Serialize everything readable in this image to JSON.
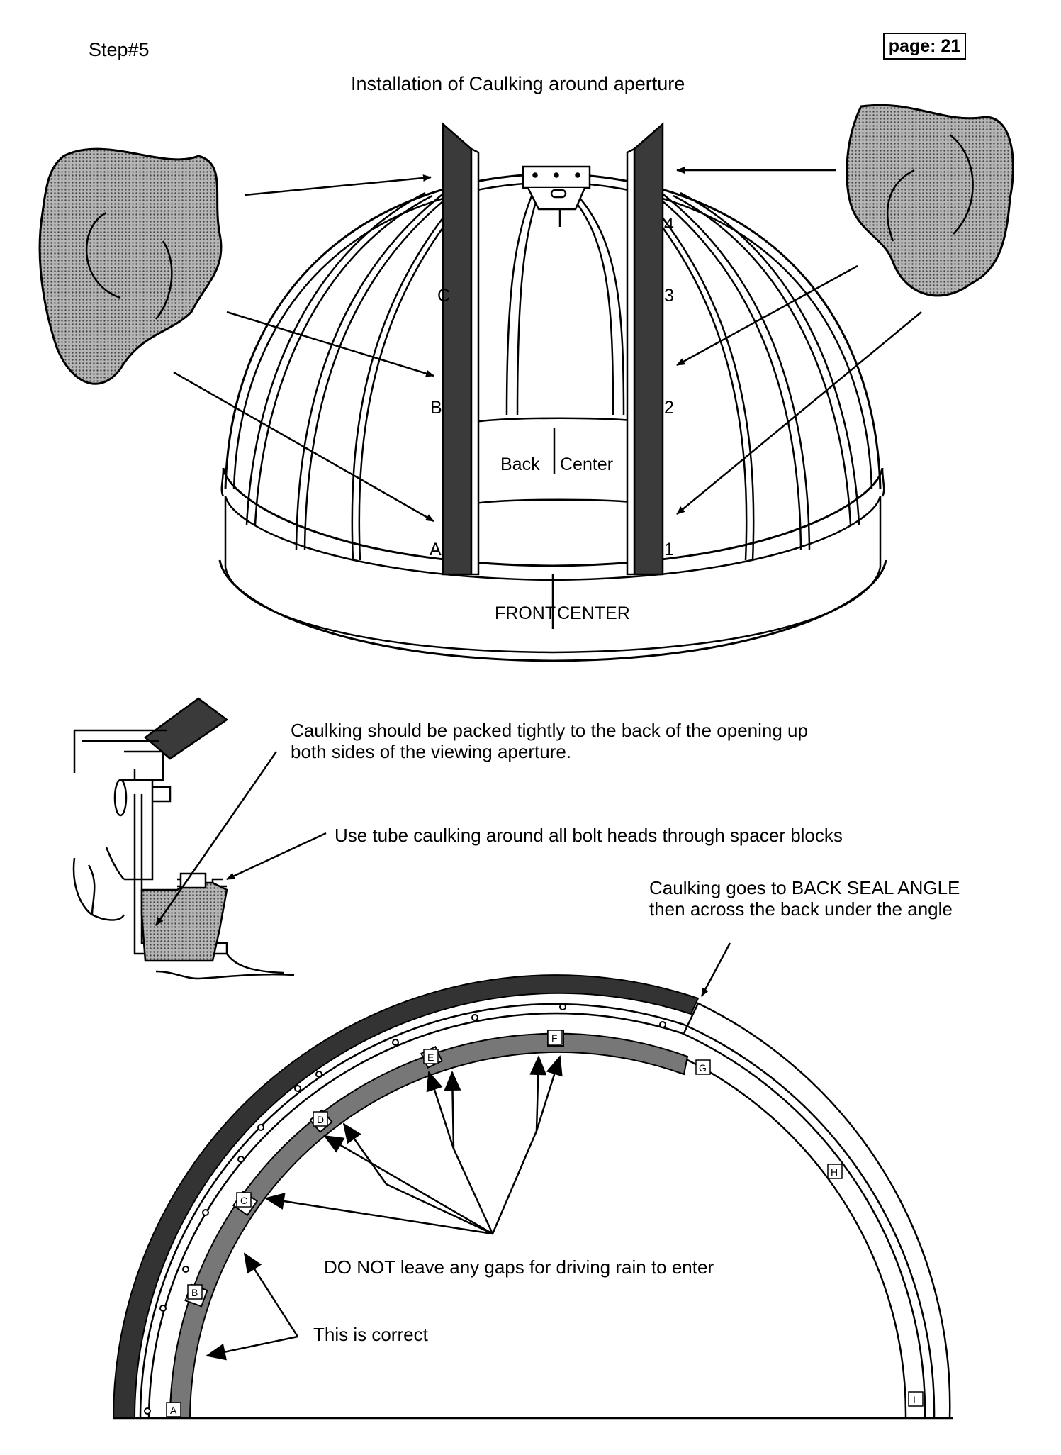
{
  "header": {
    "step": "Step#5",
    "page": "page: 21",
    "title": "Installation of Caulking around aperture"
  },
  "dome_labels": {
    "back_center_left": "Back",
    "back_center_right": "Center",
    "front_center_left": "FRONT",
    "front_center_right": "CENTER",
    "left_rib_labels": [
      "A",
      "B",
      "C"
    ],
    "right_rib_labels": [
      "1",
      "2",
      "3",
      "4"
    ]
  },
  "notes": {
    "aperture_packing": "Caulking should be packed tightly to the back of the opening up\nboth sides of the viewing aperture.",
    "bolt_heads": "Use tube caulking around all bolt heads through spacer blocks",
    "back_seal": "Caulking goes to BACK SEAL ANGLE\nthen across the back under the angle",
    "no_gaps": "DO NOT leave any gaps for driving rain to enter",
    "correct": "This is correct"
  },
  "arc_segment_labels": [
    "A",
    "B",
    "C",
    "D",
    "E",
    "F",
    "G",
    "H",
    "I"
  ],
  "colors": {
    "ink": "#000000",
    "caulk_fill": "#7a7a7a",
    "paper": "#ffffff"
  }
}
